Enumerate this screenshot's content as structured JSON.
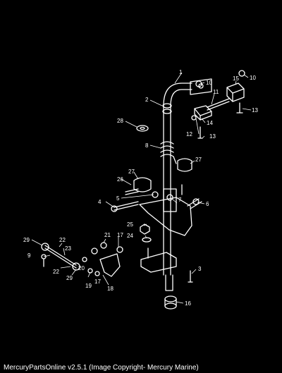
{
  "diagram": {
    "callouts": [
      "1",
      "2",
      "3",
      "4",
      "5",
      "6",
      "7",
      "8",
      "9",
      "10",
      "10",
      "11",
      "12",
      "13",
      "13",
      "14",
      "15",
      "16",
      "17",
      "17",
      "18",
      "19",
      "20",
      "21",
      "22",
      "22",
      "23",
      "24",
      "25",
      "26",
      "27",
      "27",
      "28",
      "29",
      "29"
    ]
  },
  "footer": {
    "text": "MercuryPartsOnline v2.5.1 (Image Copyright- Mercury Marine)"
  },
  "colors": {
    "background": "#000000",
    "foreground": "#ffffff"
  }
}
